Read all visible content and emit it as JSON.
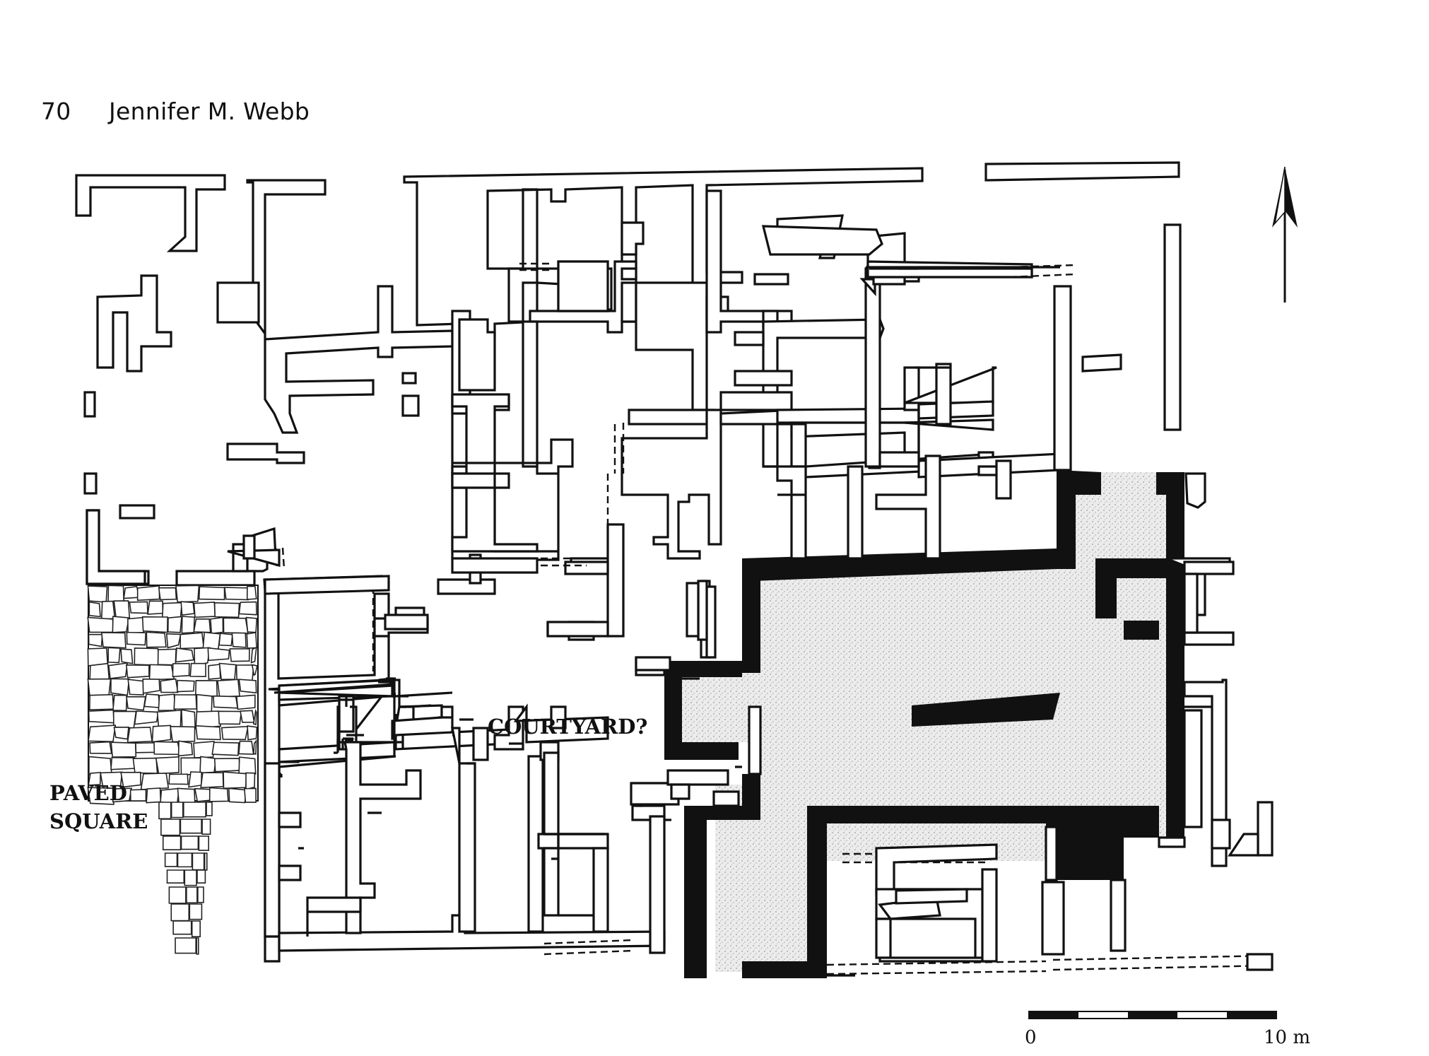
{
  "header": {
    "page_number": "70",
    "author": "Jennifer M. Webb"
  },
  "plan": {
    "labels": {
      "courtyard": "COURTYARD?",
      "paved_line1": "PAVED",
      "paved_line2": "SQUARE"
    },
    "scale": {
      "start": "0",
      "end": "10 m"
    }
  }
}
